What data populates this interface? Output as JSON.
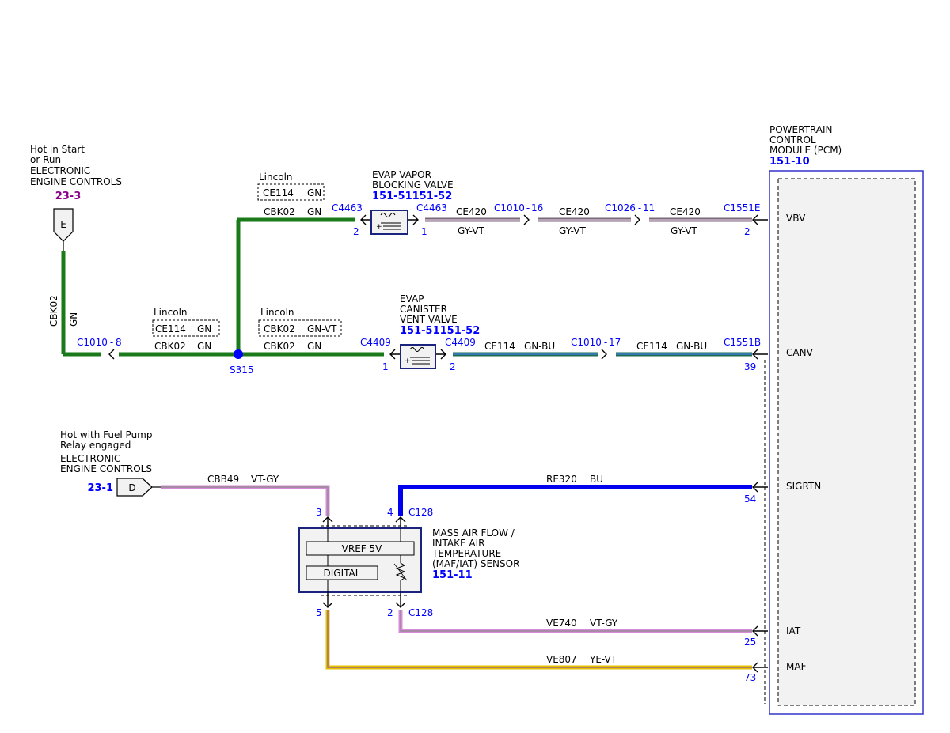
{
  "colors": {
    "green": "#1a7a1a",
    "blue": "#0000ee",
    "violet_gray": "#d58bd5",
    "gray_violet": "#a58aa5",
    "green_blue": "#1e6b4e",
    "yellow_violet": "#e6c000",
    "pcm_border": "#3333cc",
    "ref_blue": "#0000ff",
    "ref_purple": "#8b008b"
  },
  "sources": {
    "top": {
      "lines": [
        "Hot in Start",
        "or Run",
        "ELECTRONIC",
        "ENGINE CONTROLS"
      ],
      "ref": "23-3",
      "pin": "E"
    },
    "fuel": {
      "lines": [
        "Hot with Fuel Pump",
        "Relay engaged",
        "ELECTRONIC",
        "ENGINE CONTROLS"
      ],
      "ref": "23-1",
      "pin": "D"
    }
  },
  "pcm": {
    "lines": [
      "POWERTRAIN",
      "CONTROL",
      "MODULE (PCM)"
    ],
    "ref": "151-10",
    "pins": [
      "VBV",
      "CANV",
      "SIGRTN",
      "IAT",
      "MAF"
    ]
  },
  "components": {
    "blocking": {
      "lines": [
        "EVAP VAPOR",
        "BLOCKING VALVE"
      ],
      "ref": "151-51151-52"
    },
    "vent": {
      "lines": [
        "EVAP",
        "CANISTER",
        "VENT VALVE"
      ],
      "ref": "151-51151-52"
    },
    "maf": {
      "lines": [
        "MASS AIR FLOW /",
        "INTAKE AIR",
        "TEMPERATURE",
        "(MAF/IAT) SENSOR"
      ],
      "ref": "151-11",
      "vref": "VREF 5V",
      "digital": "DIGITAL"
    }
  },
  "splice": "S315",
  "vertical_wire": {
    "circuit": "CBK02",
    "color": "GN"
  },
  "option_boxes": [
    {
      "title": "Lincoln",
      "circuit": "CE114",
      "color": "GN"
    },
    {
      "title": "Lincoln",
      "circuit": "CE114",
      "color": "GN"
    },
    {
      "title": "Lincoln",
      "circuit": "CBK02",
      "color": "GN-VT"
    }
  ],
  "wire_labels": [
    {
      "circuit": "CBK02",
      "color": "GN"
    },
    {
      "circuit": "CE420",
      "color": "GY-VT"
    },
    {
      "circuit": "CE420",
      "color": "GY-VT"
    },
    {
      "circuit": "CE420",
      "color": "GY-VT"
    },
    {
      "circuit": "CBK02",
      "color": "GN"
    },
    {
      "circuit": "CBK02",
      "color": "GN"
    },
    {
      "circuit": "CE114",
      "color": "GN-BU"
    },
    {
      "circuit": "CE114",
      "color": "GN-BU"
    },
    {
      "circuit": "CBB49",
      "color": "VT-GY"
    },
    {
      "circuit": "RE320",
      "color": "BU"
    },
    {
      "circuit": "VE740",
      "color": "VT-GY"
    },
    {
      "circuit": "VE807",
      "color": "YE-VT"
    }
  ],
  "connectors": [
    {
      "name": "C4463",
      "pin": "2"
    },
    {
      "name": "C4463",
      "pin": "1"
    },
    {
      "name": "C1010",
      "pin": "16"
    },
    {
      "name": "C1026",
      "pin": "11"
    },
    {
      "name": "C1551E",
      "pin": "2"
    },
    {
      "name": "C1010",
      "pin": "8"
    },
    {
      "name": "C4409",
      "pin": "1"
    },
    {
      "name": "C4409",
      "pin": "2"
    },
    {
      "name": "C1010",
      "pin": "17"
    },
    {
      "name": "C1551B",
      "pin": "39"
    }
  ],
  "c128": {
    "name": "C128",
    "pins": [
      "3",
      "4",
      "5",
      "2"
    ]
  },
  "pcm_pin_numbers": [
    "54",
    "25",
    "73"
  ]
}
